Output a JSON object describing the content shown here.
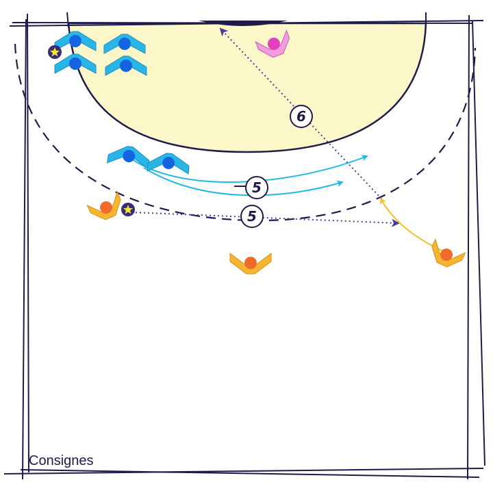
{
  "caption": "Consignes",
  "steps": {
    "cross": "5",
    "pass": "5",
    "shot": "6"
  },
  "colors": {
    "line": "#1f1a4a",
    "zone": "#fbf7c8",
    "defender_light_blue": "#29b6e6",
    "defender_dot": "#1565e0",
    "attacker_orange": "#f6b530",
    "attacker_dot": "#f06a2a",
    "goalkeeper_pink": "#f29be0",
    "goalkeeper_dot": "#e33fbf",
    "ball_fill": "#f7e43a",
    "ball_rim": "#3a2a7a",
    "run_arrow_cyan": "#22b9e6",
    "run_arrow_yellow": "#f2c22c",
    "pass_arrow": "#4a3a9a"
  },
  "icons": {
    "player": "chevron-player-icon",
    "ball": "ball-star-icon"
  }
}
